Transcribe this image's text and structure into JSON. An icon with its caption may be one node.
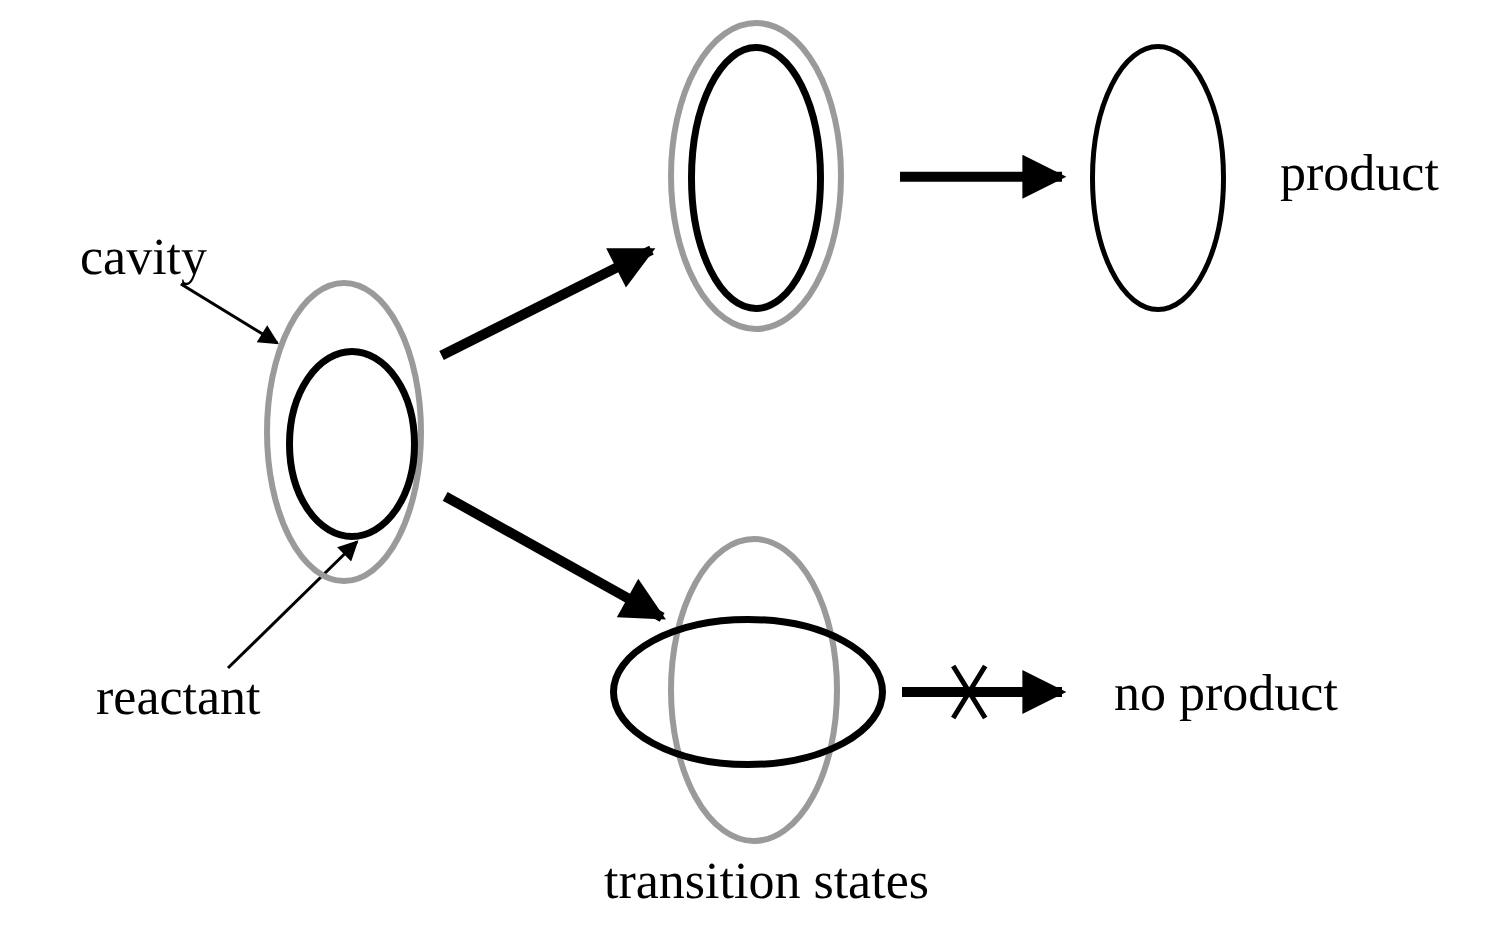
{
  "diagram": {
    "nodes": [
      {
        "text": [
          "cavity"
        ]
      },
      {
        "text": [],
        "shape": "ellipse"
      },
      {
        "text": [],
        "shape": "ellipse",
        "in": 1
      },
      {
        "text": [
          "reactant"
        ]
      },
      {
        "text": [],
        "shape": "ellipse"
      },
      {
        "text": [],
        "shape": "ellipse",
        "in": 4
      },
      {
        "text": [],
        "shape": "ellipse",
        "beside": [
          "product"
        ]
      },
      {
        "text": [],
        "shape": "ellipse",
        "beside": [
          "transition states"
        ]
      },
      {
        "text": [],
        "shape": "ellipse"
      },
      {
        "text": [
          "no product"
        ]
      }
    ],
    "edges": [
      {
        "from": 0,
        "to": 1,
        "arrow": "to"
      },
      {
        "from": 3,
        "to": 2,
        "arrow": "to"
      },
      {
        "from": 1,
        "to": 4,
        "arrow": "to"
      },
      {
        "from": 1,
        "to": 8,
        "arrow": "to"
      },
      {
        "from": 4,
        "to": 6,
        "arrow": "to"
      },
      {
        "from": 8,
        "to": 9,
        "arrow": "to"
      }
    ]
  }
}
